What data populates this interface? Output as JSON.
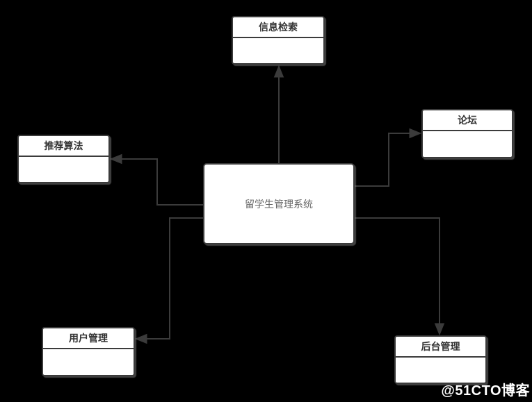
{
  "diagram": {
    "center": {
      "id": "student-management-system",
      "label": "留学生管理系统"
    },
    "nodes": [
      {
        "id": "info-retrieval",
        "label": "信息检索"
      },
      {
        "id": "forum",
        "label": "论坛"
      },
      {
        "id": "recommend-algorithm",
        "label": "推荐算法"
      },
      {
        "id": "user-management",
        "label": "用户管理"
      },
      {
        "id": "backend-management",
        "label": "后台管理"
      }
    ],
    "edges": [
      {
        "from": "留学生管理系统",
        "to": "信息检索",
        "direction": "up"
      },
      {
        "from": "留学生管理系统",
        "to": "论坛",
        "direction": "right-up"
      },
      {
        "from": "留学生管理系统",
        "to": "推荐算法",
        "direction": "left-up"
      },
      {
        "from": "留学生管理系统",
        "to": "用户管理",
        "direction": "left-down"
      },
      {
        "from": "留学生管理系统",
        "to": "后台管理",
        "direction": "right-down"
      }
    ],
    "colors": {
      "background": "#000000",
      "node_fill": "#ffffff",
      "node_border": "#3b3b3b",
      "connector": "#3b3b3b",
      "title_text": "#333333",
      "center_text": "#666666",
      "watermark_text": "#ffffff"
    }
  },
  "watermark": {
    "text": "@51CTO博客"
  }
}
